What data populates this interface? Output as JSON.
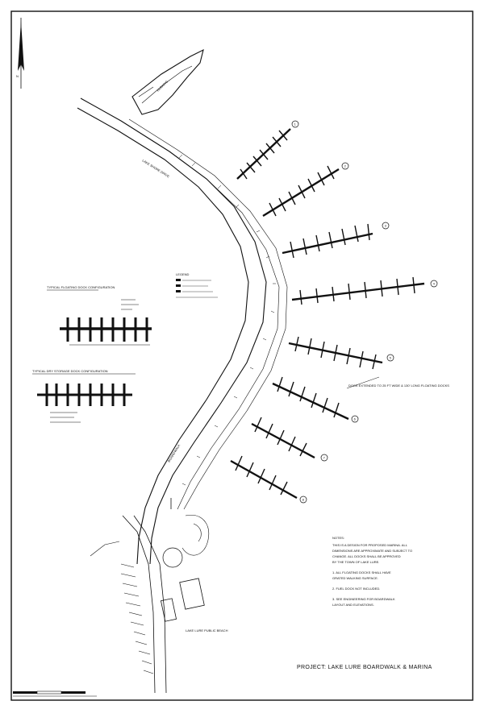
{
  "sheet": {
    "project_title": "PROJECT: LAKE LURE BOARDWALK & MARINA"
  },
  "labels": {
    "legend": "LEGEND",
    "typical_section_1": "TYPICAL FLOATING DOCK CONFIGURATION",
    "typical_section_2": "TYPICAL DRY STORAGE DOCK CONFIGURATION",
    "parking": "PARKING",
    "boardwalk": "BOARDWALK",
    "road": "LAKE SHORE DRIVE",
    "lot_label": "LAKE LURE PUBLIC BEACH",
    "callout_right": "DOCK EXTENDED TO 25 FT WIDE & 130' LONG FLOATING DOCKS"
  },
  "notes": {
    "heading": "NOTES:",
    "lines": [
      "THIS IS A DESIGN FOR PROPOSED MARINA. ALL",
      "DIMENSIONS ARE APPROXIMATE AND SUBJECT TO",
      "CHANGE. ALL DOCKS SHALL BE APPROVED",
      "BY THE TOWN OF LAKE LURE.",
      "",
      "1. ALL FLOATING DOCKS SHALL HAVE",
      "   GRATED WALKING SURFACE.",
      "",
      "2. FUEL DOCK NOT INCLUDED.",
      "",
      "3. SEE ENGINEERING FOR BOARDWALK",
      "   LAYOUT AND ELEVATIONS."
    ]
  },
  "dock_markers": [
    "1",
    "2",
    "3",
    "4",
    "5",
    "6",
    "7",
    "8"
  ],
  "north_arrow_label": "N"
}
